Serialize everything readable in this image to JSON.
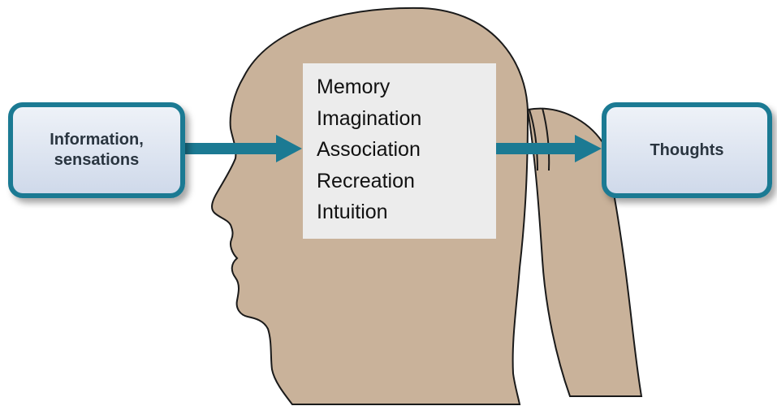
{
  "input_box": {
    "lines": [
      "Information,",
      "sensations"
    ]
  },
  "process_box": {
    "items": [
      "Memory",
      "Imagination",
      "Association",
      "Recreation",
      "Intuition"
    ]
  },
  "output_box": {
    "label": "Thoughts"
  },
  "colors": {
    "head_fill": "#c9b29a",
    "outline": "#1a1a1a",
    "arrow": "#1b7a93",
    "box_border": "#1b7a93",
    "box_fill_top": "#eef2f8",
    "box_fill_bottom": "#cfd9ea",
    "process_fill": "#ececec"
  }
}
